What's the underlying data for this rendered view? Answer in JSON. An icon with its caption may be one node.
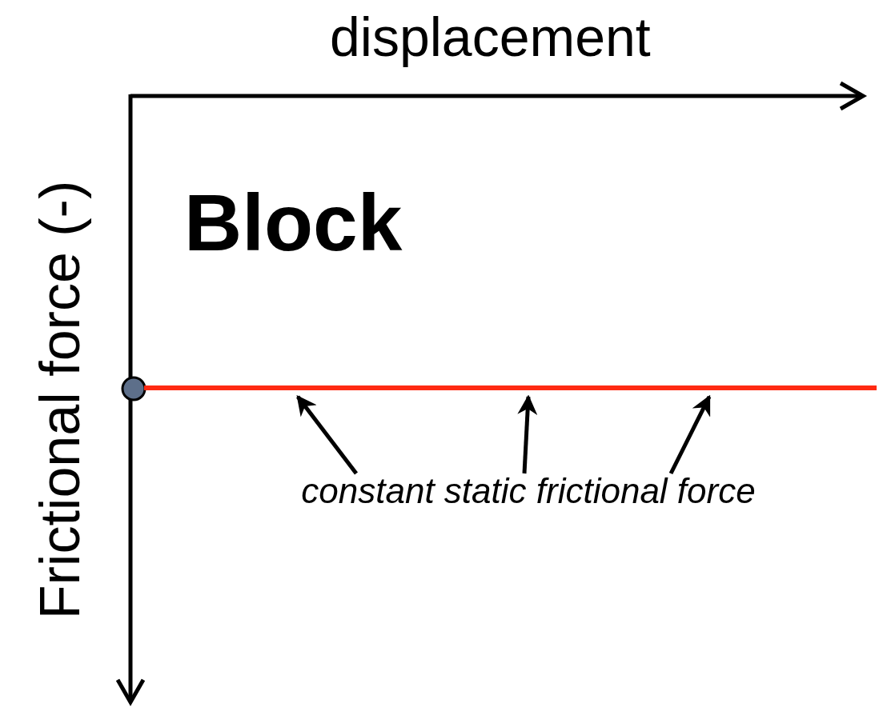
{
  "diagram": {
    "nodes": [
      {
        "text": [
          "constant static frictional force"
        ]
      },
      {
        "text": [],
        "shape": "bar"
      }
    ],
    "edges": [
      {
        "from": 0,
        "to": 1,
        "arrow": "to"
      },
      {
        "from": 0,
        "to": 1,
        "arrow": "to"
      },
      {
        "from": 0,
        "to": 1,
        "arrow": "to"
      }
    ],
    "labels": [
      "displacement",
      "Frictional force (-)",
      "Block"
    ]
  }
}
